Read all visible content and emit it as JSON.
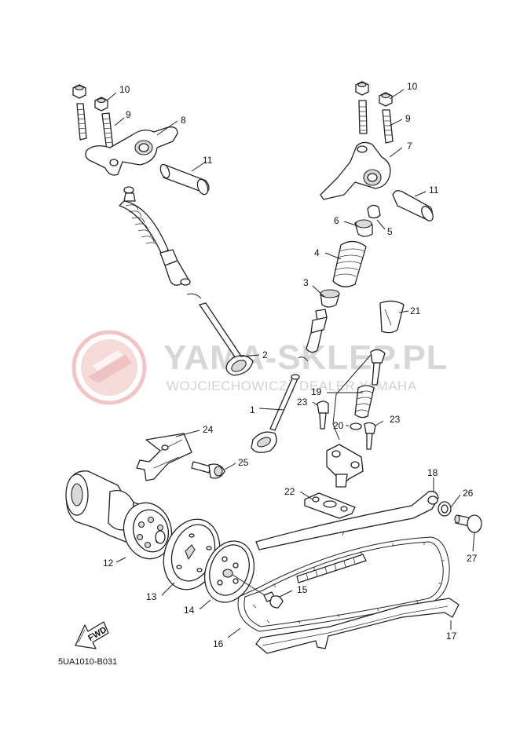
{
  "watermark": {
    "brand": "YAMA-SKLEP.PL",
    "tagline": "WOJCIECHOWICZ | DEALER YAMAHA",
    "logo_color": "#e8a0a0",
    "text_color": "#d7d7d7"
  },
  "part_labels": [
    "1",
    "2",
    "3",
    "4",
    "5",
    "6",
    "7",
    "8",
    "9",
    "10",
    "9",
    "10",
    "11",
    "11",
    "12",
    "13",
    "14",
    "15",
    "16",
    "17",
    "18",
    "19",
    "20",
    "21",
    "22",
    "23",
    "23",
    "24",
    "25",
    "26",
    "27"
  ],
  "direction_marker": "FWD",
  "diagram_code": "5UA1010-B031"
}
